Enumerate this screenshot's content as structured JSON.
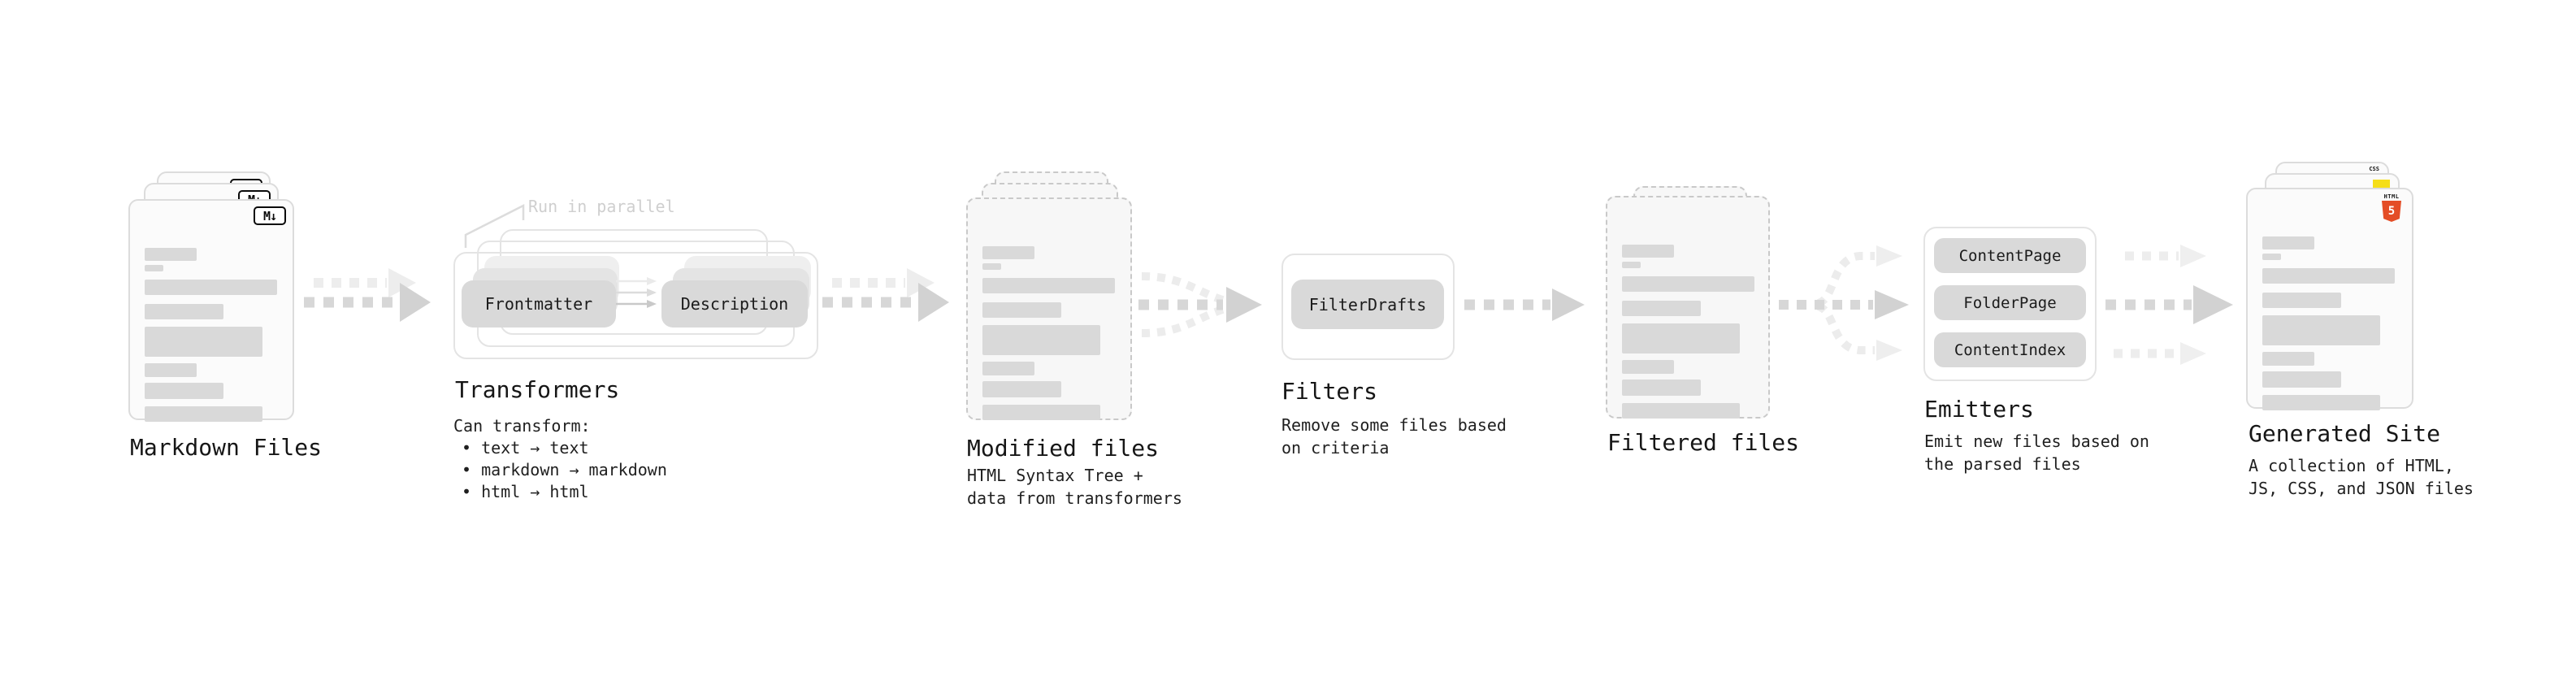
{
  "markdown": {
    "title": "Markdown Files",
    "badge": "M↓"
  },
  "transformers": {
    "title": "Transformers",
    "note": "Run in parallel",
    "pill_left": "Frontmatter",
    "pill_right": "Description",
    "desc_head": "Can transform:",
    "bullets": [
      "text → text",
      "markdown → markdown",
      "html → html"
    ]
  },
  "modified": {
    "title": "Modified files",
    "desc1": "HTML Syntax Tree +",
    "desc2": "data from transformers"
  },
  "filters": {
    "title": "Filters",
    "pill": "FilterDrafts",
    "desc1": "Remove some files based",
    "desc2": "on criteria"
  },
  "filtered": {
    "title": "Filtered files"
  },
  "emitters": {
    "title": "Emitters",
    "pills": [
      "ContentPage",
      "FolderPage",
      "ContentIndex"
    ],
    "desc1": "Emit new files based on",
    "desc2": "the parsed files"
  },
  "generated": {
    "title": "Generated Site",
    "desc1": "A collection of HTML,",
    "desc2": "JS, CSS, and JSON files",
    "badge_css": "CSS",
    "badge_html_word": "HTML",
    "badge_html_num": "5"
  },
  "colors": {
    "html5_orange": "#e44d26",
    "js_yellow": "#f5de19",
    "css_blue": "#2965f1",
    "pill_gray": "#d9d9d9",
    "arrow_gray": "#d2d2d2",
    "note_gray": "#cfcfcf"
  }
}
